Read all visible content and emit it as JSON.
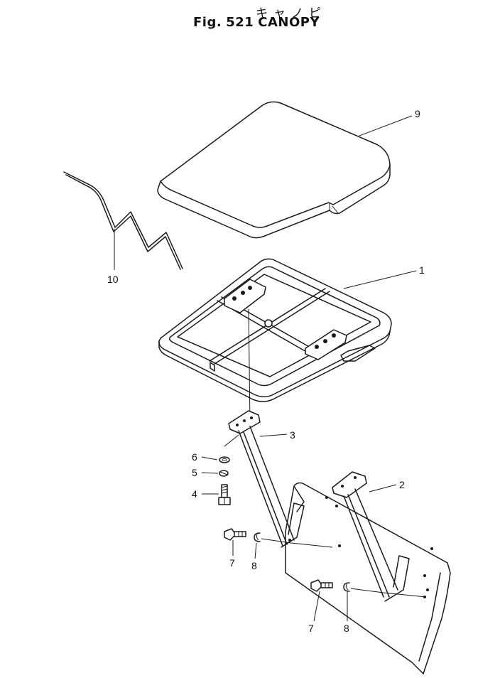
{
  "header": {
    "title_jp": "キャノピ",
    "fig_label": "Fig.",
    "fig_number": "521",
    "fig_name": "CANOPY"
  },
  "callouts": {
    "c1": "1",
    "c2": "2",
    "c3": "3",
    "c4": "4",
    "c5": "5",
    "c6": "6",
    "c7a": "7",
    "c7b": "7",
    "c8a": "8",
    "c8b": "8",
    "c9": "9",
    "c10": "10"
  }
}
